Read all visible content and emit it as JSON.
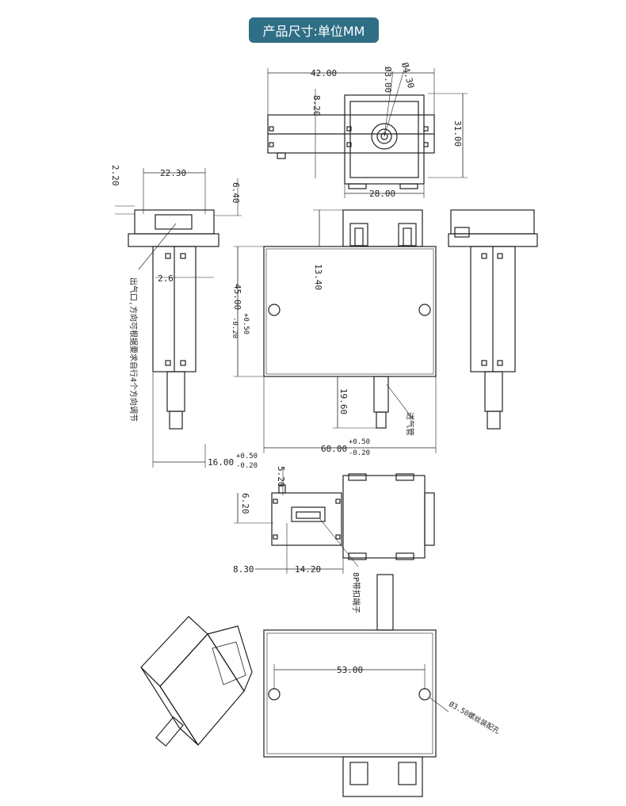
{
  "header": {
    "title": "产品尺寸:单位MM",
    "badge_color": "#2f6f86"
  },
  "top_view": {
    "width": "42.00",
    "slot_depth": "8.20",
    "hole_small": "Ø3.00",
    "hole_large": "Ø4.30",
    "height": "31.00",
    "valve_width": "28.00"
  },
  "left_view": {
    "width": "22.30",
    "cap": "2.20",
    "top_offset": "6.40",
    "side": "2.6",
    "note": "出气口,方向可根据要求自行4个方向调节",
    "depth_main": "16.00",
    "depth_tol_plus": "+0.50",
    "depth_tol_minus": "-0.20"
  },
  "front_view": {
    "height_main": "45.00",
    "height_tol_plus": "+0.50",
    "height_tol_minus": "-0.20",
    "valve_height": "13.40",
    "nozzle_length": "19.60",
    "nozzle_label": "进气管",
    "width_main": "60.00",
    "width_tol_plus": "+0.50",
    "width_tol_minus": "-0.20"
  },
  "connector_view": {
    "dim_a": "5.20",
    "dim_b": "6.20",
    "dim_c": "8.30",
    "dim_d": "14.20",
    "connector_label": "8P带扣端子"
  },
  "bottom_view": {
    "hole_spacing": "53.00",
    "mount_hole": "Ø3.50螺丝装配孔"
  }
}
